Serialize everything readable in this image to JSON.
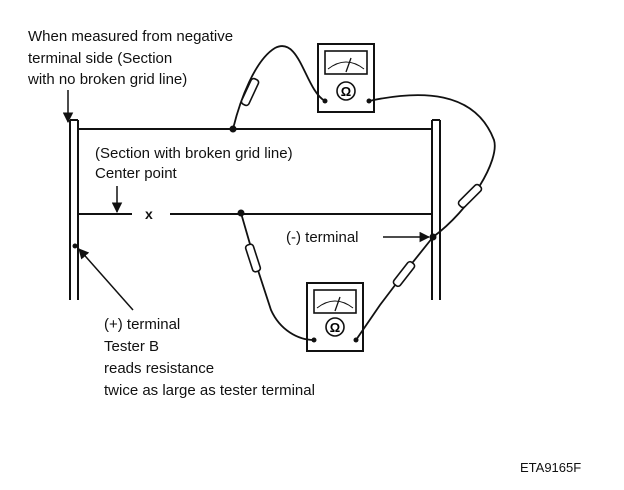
{
  "labels": {
    "top_note": [
      "When measured from negative",
      "terminal side (Section",
      "with no broken grid line)"
    ],
    "broken_section": "(Section with broken grid line)",
    "center_point": "Center point",
    "center_mark": "x",
    "neg_terminal": "(-) terminal",
    "pos_terminal": "(+) terminal",
    "tester_note": [
      "Tester B",
      "reads resistance",
      "twice as large as tester terminal"
    ],
    "reference": "ETA9165F"
  },
  "icons": {
    "meter_symbol": "ohm-symbol",
    "arrows": "arrow-icon"
  },
  "colors": {
    "line": "#111111",
    "background": "#ffffff"
  }
}
